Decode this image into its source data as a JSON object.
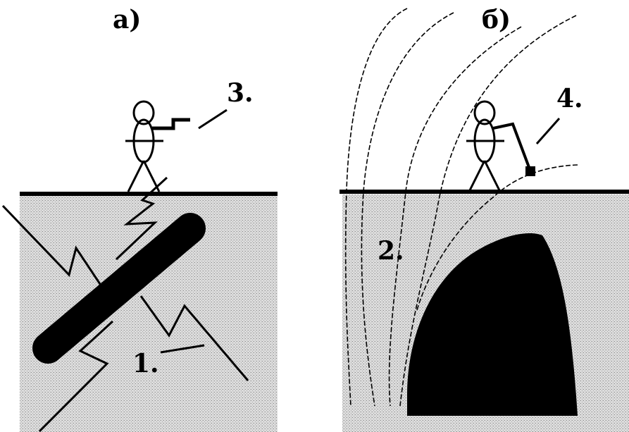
{
  "panels": {
    "a": {
      "label": "а)"
    },
    "b": {
      "label": "б)"
    }
  },
  "labels": {
    "one": "1.",
    "two": "2.",
    "three": "3.",
    "four": "4."
  },
  "colors": {
    "ink": "#000000",
    "ground_fill": "#d4d4d4",
    "ground_dot": "#9a9a9a",
    "background": "#ffffff"
  }
}
